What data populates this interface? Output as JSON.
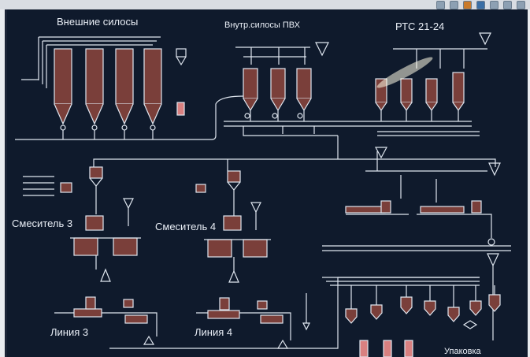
{
  "window": {
    "toolbar_icons": [
      "monitor-icon",
      "grid-icon",
      "warning-icon",
      "info-icon",
      "lock-icon",
      "tag-icon",
      "filter-icon"
    ]
  },
  "labels": {
    "external_silos": "Внешние силосы",
    "internal_silos": "Внутр.силосы ПВХ",
    "rts": "РТС 21-24",
    "mixer3": "Смеситель 3",
    "mixer4": "Смеситель 4",
    "line3": "Линия 3",
    "line4": "Линия 4",
    "packaging": "Упаковка"
  },
  "colors": {
    "background": "#0f1a2c",
    "pipe": "#dfe6ef",
    "vessel_fill": "#7a3f3a",
    "vessel_stroke": "#d7dde6",
    "accent_red": "#d98080"
  }
}
